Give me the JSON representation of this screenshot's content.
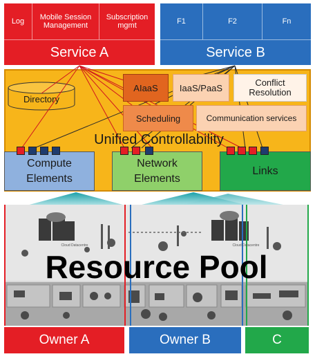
{
  "service_a": {
    "cells": [
      "Log",
      "Mobile Session Management",
      "Subscription mgmt"
    ],
    "label": "Service A"
  },
  "service_b": {
    "cells": [
      "F1",
      "F2",
      "Fn"
    ],
    "label": "Service B"
  },
  "control": {
    "directory": "Directory",
    "aiaas": "AIaaS",
    "iaas_paas": "IaaS/PaaS",
    "conflict_resolution": "Conflict Resolution",
    "scheduling": "Scheduling",
    "communication_services": "Communication services",
    "title": "Unified Controllability",
    "compute": "Compute Elements",
    "network": "Network Elements",
    "links": "Links"
  },
  "pool": {
    "title": "Resource Pool",
    "owners": [
      "Owner A",
      "Owner B",
      "C"
    ],
    "cloud_labels": [
      "Cloud Datacentre",
      "Cloud Datacentre"
    ]
  },
  "colors": {
    "red": "#e41e25",
    "blue": "#2a6ebd",
    "green": "#22a84a",
    "yellow": "#f7b51a",
    "compute": "#8fb1de",
    "network": "#8fd06a"
  }
}
